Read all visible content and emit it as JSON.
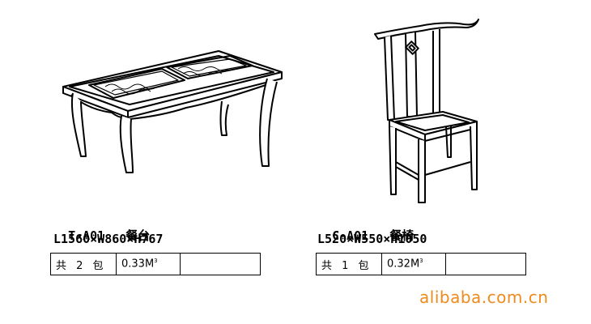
{
  "products": [
    {
      "code": "T-A01",
      "name": "餐台",
      "dimensions": "L1560×W860×H767",
      "package_label": "共 2 包",
      "volume_value": "0.33M",
      "volume_exp": "3",
      "extra": ""
    },
    {
      "code": "C-A01",
      "name": "餐椅",
      "dimensions": "L520×W550×H1050",
      "package_label": "共 1 包",
      "volume_value": "0.32M",
      "volume_exp": "3",
      "extra": ""
    }
  ],
  "watermark": "alibaba.com.cn",
  "colors": {
    "watermark": "#f08a1c",
    "line": "#000000"
  }
}
